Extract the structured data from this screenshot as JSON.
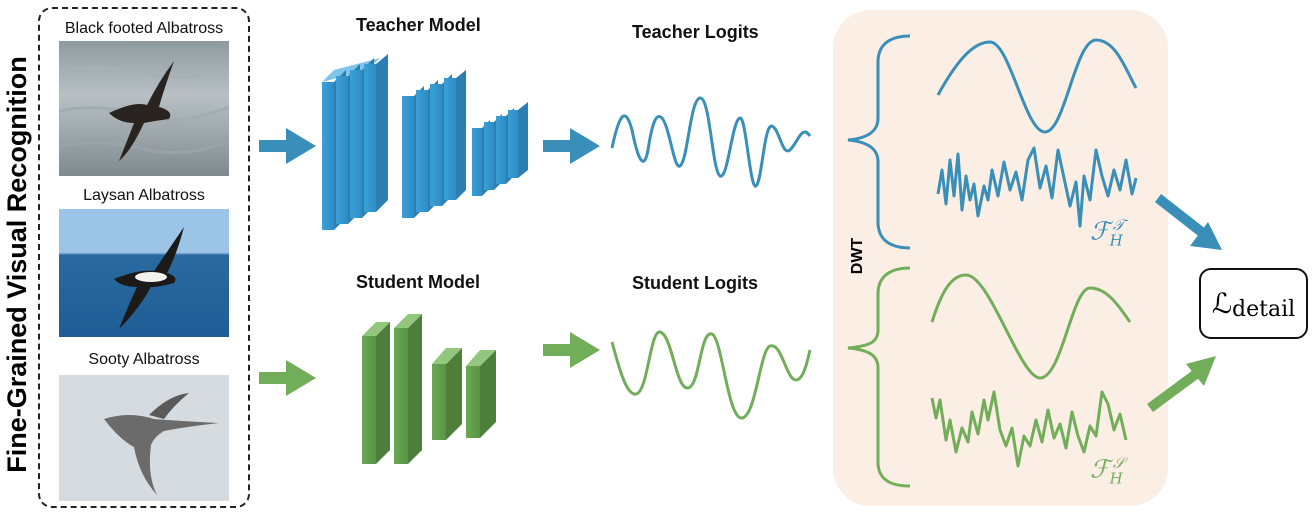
{
  "side_title": "Fine-Grained Visual Recognition",
  "birds": [
    {
      "label": "Black footed Albatross"
    },
    {
      "label": "Laysan Albatross"
    },
    {
      "label": "Sooty Albatross"
    }
  ],
  "teacher": {
    "model_label": "Teacher Model",
    "logits_label": "Teacher Logits"
  },
  "student": {
    "model_label": "Student Model",
    "logits_label": "Student Logits"
  },
  "dwt_label": "DWT",
  "high_freq": {
    "teacher": {
      "symbol": "ℱ",
      "sub": "H",
      "sup": "𝒯"
    },
    "student": {
      "symbol": "ℱ",
      "sub": "H",
      "sup": "𝒮"
    }
  },
  "loss": {
    "symbol": "ℒ",
    "sub": "detail"
  },
  "colors": {
    "teacher": "#3a8fb8",
    "student": "#72ad5a",
    "panel": "#fbeee5"
  }
}
